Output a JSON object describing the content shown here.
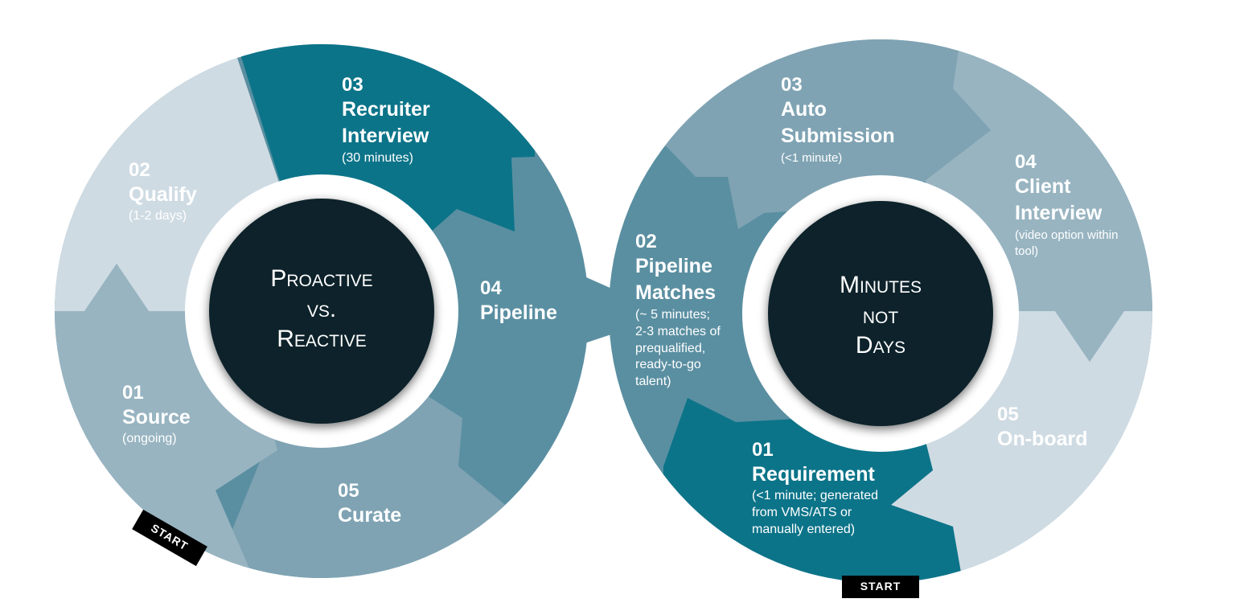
{
  "colors": {
    "teal_dark": "#0c7489",
    "teal_mid": "#5a8fa1",
    "steel": "#7fa3b3",
    "steel_light": "#98b4c1",
    "pale": "#cfdbe3",
    "hub": "#0b232b",
    "label_bg": "#000000"
  },
  "left_cycle": {
    "center": [
      "Proactive",
      "vs.",
      "Reactive"
    ],
    "start": "START",
    "steps": [
      {
        "num": "01",
        "title": "Source",
        "detail": "(ongoing)"
      },
      {
        "num": "02",
        "title": "Qualify",
        "detail": "(1-2 days)"
      },
      {
        "num": "03",
        "title": "Recruiter",
        "title2": "Interview",
        "detail": "(30 minutes)"
      },
      {
        "num": "04",
        "title": "Pipeline"
      },
      {
        "num": "05",
        "title": "Curate"
      }
    ]
  },
  "right_cycle": {
    "center": [
      "Minutes",
      "not",
      "Days"
    ],
    "start": "START",
    "steps": [
      {
        "num": "01",
        "title": "Requirement",
        "detail": [
          "(<1 minute; generated",
          "from VMS/ATS or",
          "manually entered)"
        ]
      },
      {
        "num": "02",
        "title": "Pipeline",
        "title2": "Matches",
        "detail": [
          "(~ 5 minutes;",
          "2-3 matches of",
          "prequalified,",
          "ready-to-go",
          "talent)"
        ]
      },
      {
        "num": "03",
        "title": "Auto",
        "title2": "Submission",
        "detail": [
          "(<1 minute)"
        ]
      },
      {
        "num": "04",
        "title": "Client",
        "title2": "Interview",
        "detail": [
          "(video option within",
          "tool)"
        ]
      },
      {
        "num": "05",
        "title": "On-board"
      }
    ]
  }
}
